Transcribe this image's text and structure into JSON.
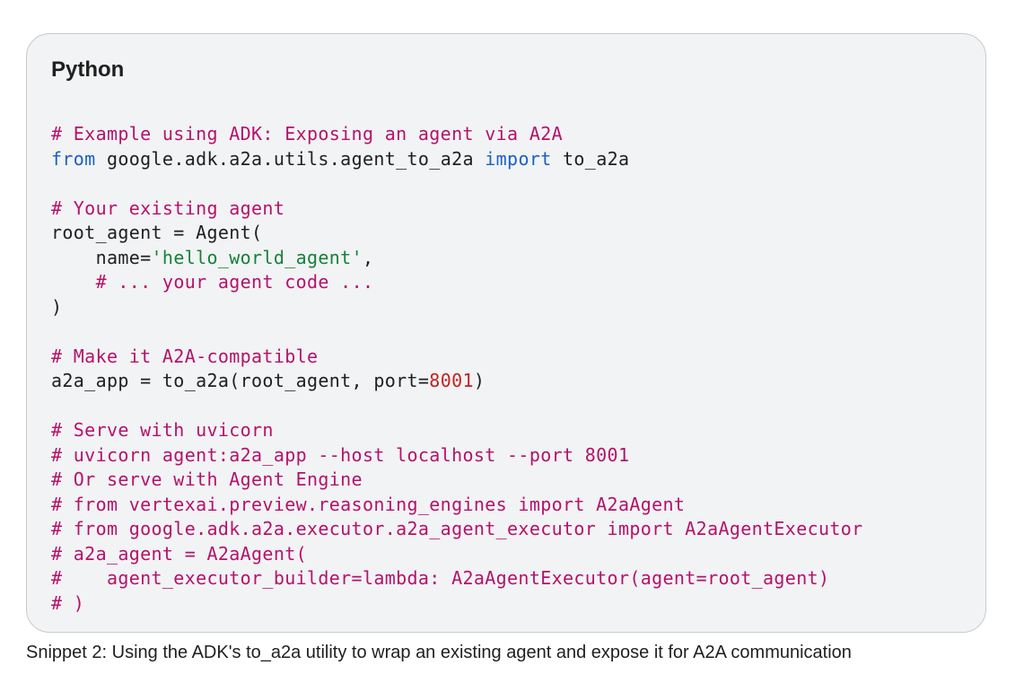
{
  "code_block": {
    "language_label": "Python",
    "colors": {
      "comment": "#b5126b",
      "keyword": "#1a5fc9",
      "string": "#188038",
      "number": "#c5221f",
      "plain": "#1f1f1f",
      "background": "#f1f3f4"
    },
    "lines": [
      [
        {
          "t": "comment",
          "v": "# Example using ADK: Exposing an agent via A2A"
        }
      ],
      [
        {
          "t": "keyword",
          "v": "from"
        },
        {
          "t": "plain",
          "v": " google.adk.a2a.utils.agent_to_a2a "
        },
        {
          "t": "keyword",
          "v": "import"
        },
        {
          "t": "plain",
          "v": " to_a2a"
        }
      ],
      [],
      [
        {
          "t": "comment",
          "v": "# Your existing agent"
        }
      ],
      [
        {
          "t": "plain",
          "v": "root_agent = Agent("
        }
      ],
      [
        {
          "t": "plain",
          "v": "    name="
        },
        {
          "t": "string",
          "v": "'hello_world_agent'"
        },
        {
          "t": "plain",
          "v": ","
        }
      ],
      [
        {
          "t": "plain",
          "v": "    "
        },
        {
          "t": "comment",
          "v": "# ... your agent code ..."
        }
      ],
      [
        {
          "t": "plain",
          "v": ")"
        }
      ],
      [],
      [
        {
          "t": "comment",
          "v": "# Make it A2A-compatible"
        }
      ],
      [
        {
          "t": "plain",
          "v": "a2a_app = to_a2a(root_agent, port="
        },
        {
          "t": "number",
          "v": "8001"
        },
        {
          "t": "plain",
          "v": ")"
        }
      ],
      [],
      [
        {
          "t": "comment",
          "v": "# Serve with uvicorn"
        }
      ],
      [
        {
          "t": "comment",
          "v": "# uvicorn agent:a2a_app --host localhost --port 8001"
        }
      ],
      [
        {
          "t": "comment",
          "v": "# Or serve with Agent Engine"
        }
      ],
      [
        {
          "t": "comment",
          "v": "# from vertexai.preview.reasoning_engines import A2aAgent"
        }
      ],
      [
        {
          "t": "comment",
          "v": "# from google.adk.a2a.executor.a2a_agent_executor import A2aAgentExecutor"
        }
      ],
      [
        {
          "t": "comment",
          "v": "# a2a_agent = A2aAgent("
        }
      ],
      [
        {
          "t": "comment",
          "v": "#    agent_executor_builder=lambda: A2aAgentExecutor(agent=root_agent)"
        }
      ],
      [
        {
          "t": "comment",
          "v": "# )"
        }
      ]
    ]
  },
  "caption": "Snippet 2: Using the ADK's to_a2a utility to wrap an existing agent and expose it for A2A communication"
}
